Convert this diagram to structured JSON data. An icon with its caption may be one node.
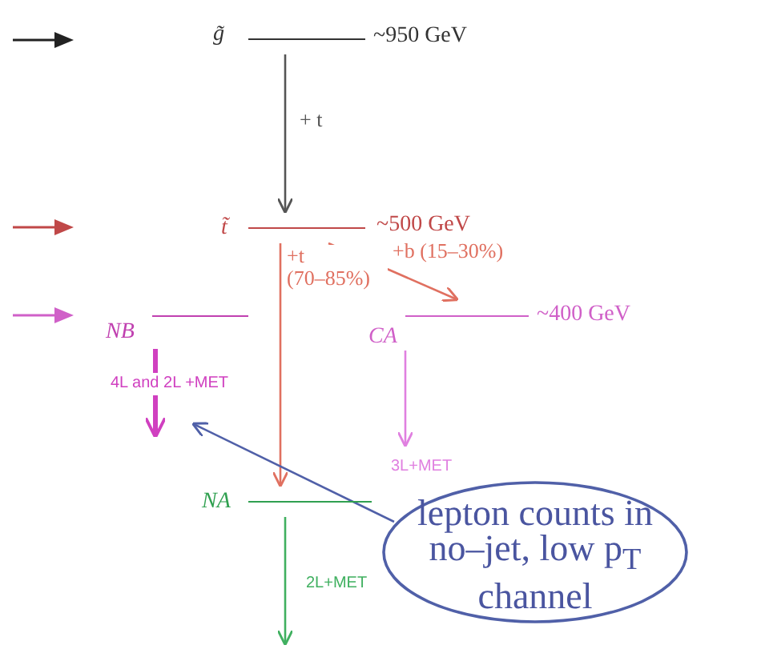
{
  "diagram": {
    "nodes": [
      {
        "text": [
          "g̃"
        ],
        "beside": [
          "~950 GeV"
        ]
      },
      {
        "text": [
          "t̃"
        ],
        "beside": [
          "~500 GeV"
        ]
      },
      {
        "text": [
          "NB"
        ]
      },
      {
        "text": [
          "CA"
        ],
        "beside": [
          "~400 GeV"
        ]
      },
      {
        "text": [
          "NA"
        ]
      },
      {
        "text": [
          "lepton counts in no–jet, low p$_{T}$ channel"
        ]
      }
    ],
    "edges": [
      {
        "from": 0,
        "to": 1,
        "arrow": "to",
        "label": "+ t",
        "color": "#555555"
      },
      {
        "from": 1,
        "to": 4,
        "arrow": "to",
        "label": "+t (70–85%)",
        "color": "#e07060"
      },
      {
        "from": 1,
        "to": 3,
        "arrow": "to",
        "label": "+b (15–30%)",
        "color": "#e07060"
      },
      {
        "from": 2,
        "to": null,
        "arrow": "to",
        "label": "4L and 2L +MET",
        "style": "thick",
        "color": "#d040c0"
      },
      {
        "from": 3,
        "to": null,
        "arrow": "to",
        "label": "3L+MET",
        "color": "#e080e0"
      },
      {
        "from": 4,
        "to": null,
        "arrow": "to",
        "label": "2L+MET",
        "color": "#40b060"
      },
      {
        "from": 5,
        "to": null,
        "arrow": "to",
        "color": "#5060a8"
      }
    ]
  }
}
